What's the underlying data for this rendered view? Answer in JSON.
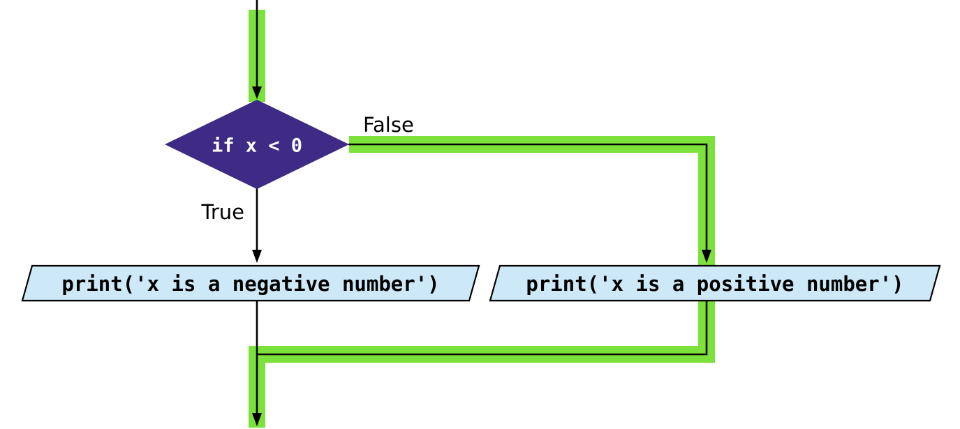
{
  "diagram": {
    "type": "flowchart",
    "condition": {
      "label": "if x < 0"
    },
    "branches": {
      "true_label": "True",
      "false_label": "False"
    },
    "nodes": {
      "negative": "print('x is a negative number')",
      "positive": "print('x is a positive number')"
    },
    "highlighted_path": "False",
    "colors": {
      "highlight": "#7ce13a",
      "diamond": "#3e2b85",
      "io_fill": "#cde8f6",
      "line": "#000000",
      "condition_text": "#ffffff"
    }
  }
}
